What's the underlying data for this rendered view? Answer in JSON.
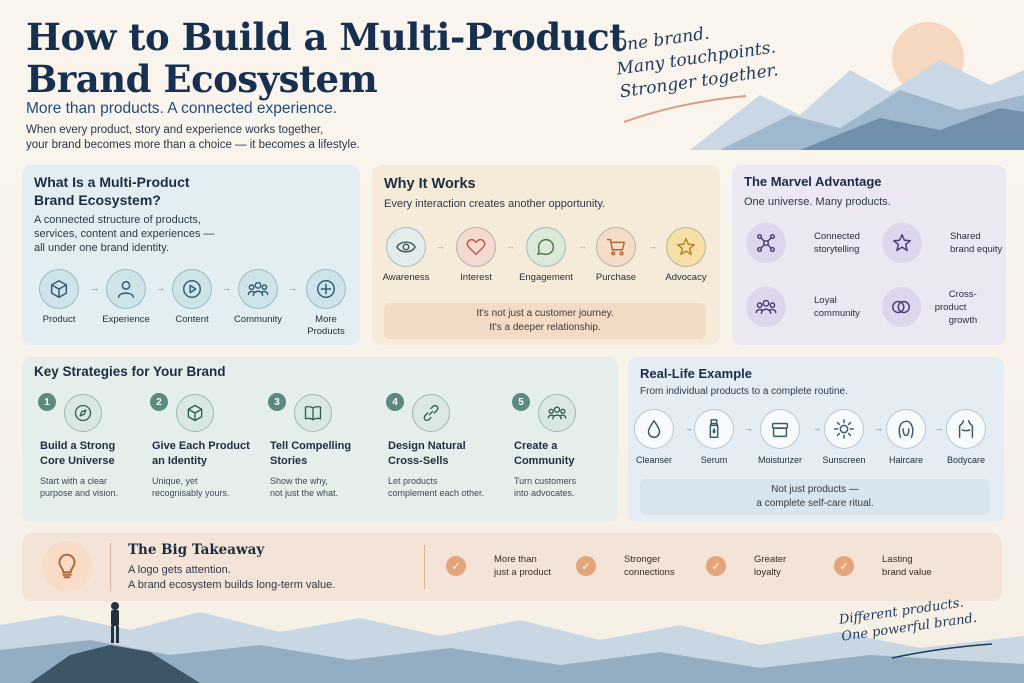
{
  "header": {
    "title_line1": "How to Build a Multi-Product",
    "title_line2": "Brand Ecosystem",
    "subtitle": "More than products. A connected experience.",
    "intro_line1": "When every product, story and experience works together,",
    "intro_line2": "your brand becomes more than a choice — it becomes a lifestyle.",
    "tagline": [
      "One brand.",
      "Many touchpoints.",
      "Stronger together."
    ]
  },
  "what_is": {
    "title_line1": "What Is a Multi-Product",
    "title_line2": "Brand Ecosystem?",
    "desc_line1": "A connected structure of products,",
    "desc_line2": "services, content and experiences —",
    "desc_line3": "all under one brand identity.",
    "steps": [
      {
        "label": "Product",
        "icon": "cube-icon"
      },
      {
        "label": "Experience",
        "icon": "user-icon"
      },
      {
        "label": "Content",
        "icon": "play-icon"
      },
      {
        "label": "Community",
        "icon": "group-icon"
      },
      {
        "label_line1": "More",
        "label_line2": "Products",
        "icon": "plus-icon"
      }
    ]
  },
  "why": {
    "title": "Why It Works",
    "subtitle": "Every interaction creates another opportunity.",
    "steps": [
      {
        "label": "Awareness",
        "icon": "eye-icon",
        "color": "#e3ecea"
      },
      {
        "label": "Interest",
        "icon": "heart-icon",
        "color": "#f6d9cf"
      },
      {
        "label": "Engagement",
        "icon": "chat-icon",
        "color": "#dce9d9"
      },
      {
        "label": "Purchase",
        "icon": "cart-icon",
        "color": "#f4dcc6"
      },
      {
        "label": "Advocacy",
        "icon": "star-icon",
        "color": "#f7dfa8"
      }
    ],
    "note_line1": "It's not just a customer journey.",
    "note_line2": "It's a deeper relationship."
  },
  "marvel": {
    "title": "The Marvel Advantage",
    "subtitle": "One universe. Many products.",
    "items": [
      {
        "line1": "Connected",
        "line2": "storytelling",
        "icon": "network-icon"
      },
      {
        "line1": "Shared",
        "line2": "brand equity",
        "icon": "star-icon"
      },
      {
        "line1": "Loyal",
        "line2": "community",
        "icon": "group-icon"
      },
      {
        "line1": "Cross-product",
        "line2": "growth",
        "icon": "rings-icon"
      }
    ]
  },
  "strategies": {
    "title": "Key Strategies for Your Brand",
    "items": [
      {
        "num": "1",
        "title_line1": "Build a Strong",
        "title_line2": "Core Universe",
        "desc_line1": "Start with a clear",
        "desc_line2": "purpose and vision.",
        "icon": "compass-icon"
      },
      {
        "num": "2",
        "title_line1": "Give Each Product",
        "title_line2": "an Identity",
        "desc_line1": "Unique, yet",
        "desc_line2": "recognisably yours.",
        "icon": "cube-icon"
      },
      {
        "num": "3",
        "title_line1": "Tell Compelling",
        "title_line2": "Stories",
        "desc_line1": "Show the why,",
        "desc_line2": "not just the what.",
        "icon": "book-icon"
      },
      {
        "num": "4",
        "title_line1": "Design Natural",
        "title_line2": "Cross-Sells",
        "desc_line1": "Let products",
        "desc_line2": "complement each other.",
        "icon": "link-icon"
      },
      {
        "num": "5",
        "title_line1": "Create a",
        "title_line2": "Community",
        "desc_line1": "Turn customers",
        "desc_line2": "into advocates.",
        "icon": "group-icon"
      }
    ]
  },
  "example": {
    "title": "Real-Life Example",
    "subtitle": "From individual products to a complete routine.",
    "steps": [
      {
        "label": "Cleanser",
        "icon": "drop-icon"
      },
      {
        "label": "Serum",
        "icon": "bottle-icon"
      },
      {
        "label": "Moisturizer",
        "icon": "jar-icon"
      },
      {
        "label": "Sunscreen",
        "icon": "sun-icon"
      },
      {
        "label": "Haircare",
        "icon": "hair-icon"
      },
      {
        "label": "Bodycare",
        "icon": "body-icon"
      }
    ],
    "note_line1": "Not just products —",
    "note_line2": "a complete self-care ritual."
  },
  "takeaway": {
    "title": "The Big Takeaway",
    "line1": "A logo gets attention.",
    "line2": "A brand ecosystem builds long-term value.",
    "checks": [
      {
        "line1": "More than",
        "line2": "just a product"
      },
      {
        "line1": "Stronger",
        "line2": "connections"
      },
      {
        "line1": "Greater",
        "line2": "loyalty"
      },
      {
        "line1": "Lasting",
        "line2": "brand value"
      }
    ]
  },
  "footer": {
    "tagline_line1": "Different products.",
    "tagline_line2": "One powerful brand."
  },
  "colors": {
    "title": "#17304f",
    "teal_card": "#e3eef2",
    "peach_card": "#f6ead9",
    "lavender_card": "#ebe7f3",
    "accent_orange": "#e3a67c"
  }
}
